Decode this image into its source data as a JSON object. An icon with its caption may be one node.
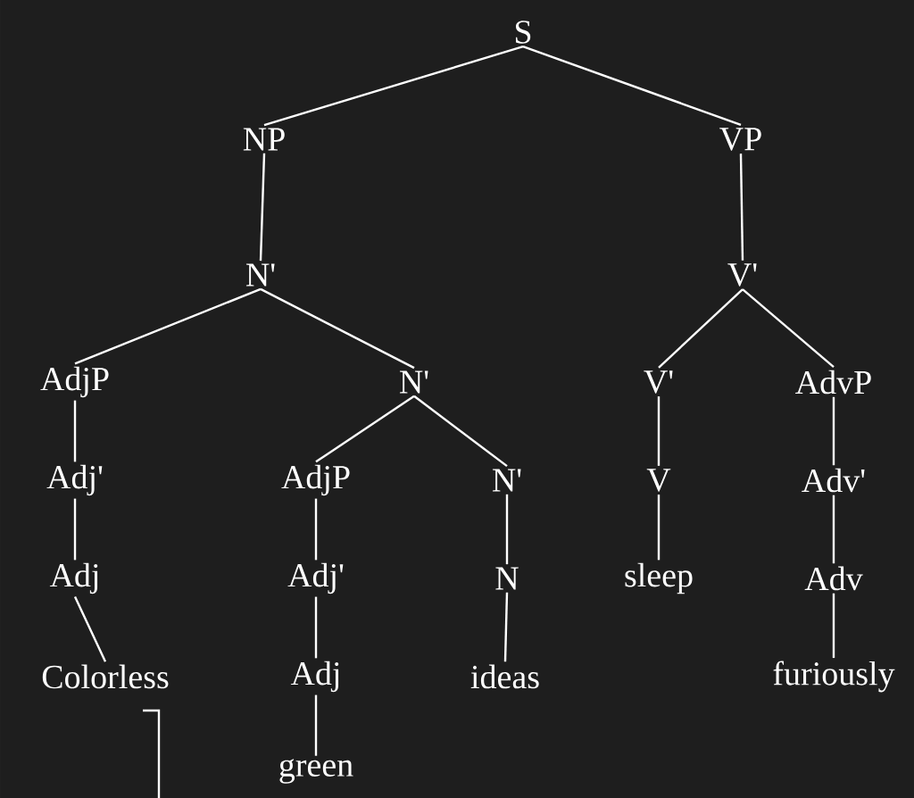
{
  "diagram": {
    "nodes": [
      {
        "text": [
          "S"
        ]
      },
      {
        "text": [
          "NP"
        ]
      },
      {
        "text": [
          "VP"
        ]
      },
      {
        "text": [
          "N'"
        ]
      },
      {
        "text": [
          "V'"
        ]
      },
      {
        "text": [
          "AdjP"
        ]
      },
      {
        "text": [
          "N'"
        ]
      },
      {
        "text": [
          "V'"
        ]
      },
      {
        "text": [
          "AdvP"
        ]
      },
      {
        "text": [
          "Adj'"
        ]
      },
      {
        "text": [
          "AdjP"
        ]
      },
      {
        "text": [
          "N'"
        ]
      },
      {
        "text": [
          "V"
        ]
      },
      {
        "text": [
          "Adv'"
        ]
      },
      {
        "text": [
          "Adj"
        ]
      },
      {
        "text": [
          "Adj'"
        ]
      },
      {
        "text": [
          "N"
        ]
      },
      {
        "text": [
          "sleep"
        ]
      },
      {
        "text": [
          "Adv"
        ]
      },
      {
        "text": [
          "Colorless"
        ]
      },
      {
        "text": [
          "Adj"
        ]
      },
      {
        "text": [
          "ideas"
        ]
      },
      {
        "text": [
          "furiously"
        ]
      },
      {
        "text": [
          "green"
        ]
      }
    ],
    "edges": [
      {
        "from": 0,
        "to": 1,
        "arrow": "none"
      },
      {
        "from": 0,
        "to": 2,
        "arrow": "none"
      },
      {
        "from": 1,
        "to": 3,
        "arrow": "none"
      },
      {
        "from": 2,
        "to": 4,
        "arrow": "none"
      },
      {
        "from": 3,
        "to": 5,
        "arrow": "none"
      },
      {
        "from": 3,
        "to": 6,
        "arrow": "none"
      },
      {
        "from": 4,
        "to": 7,
        "arrow": "none"
      },
      {
        "from": 4,
        "to": 8,
        "arrow": "none"
      },
      {
        "from": 5,
        "to": 9,
        "arrow": "none"
      },
      {
        "from": 6,
        "to": 10,
        "arrow": "none"
      },
      {
        "from": 6,
        "to": 11,
        "arrow": "none"
      },
      {
        "from": 7,
        "to": 12,
        "arrow": "none"
      },
      {
        "from": 8,
        "to": 13,
        "arrow": "none"
      },
      {
        "from": 9,
        "to": 14,
        "arrow": "none"
      },
      {
        "from": 10,
        "to": 15,
        "arrow": "none"
      },
      {
        "from": 11,
        "to": 16,
        "arrow": "none"
      },
      {
        "from": 12,
        "to": 17,
        "arrow": "none"
      },
      {
        "from": 13,
        "to": 18,
        "arrow": "none"
      },
      {
        "from": 14,
        "to": 19,
        "arrow": "none"
      },
      {
        "from": 15,
        "to": 20,
        "arrow": "none"
      },
      {
        "from": 16,
        "to": 21,
        "arrow": "none"
      },
      {
        "from": 18,
        "to": 22,
        "arrow": "none"
      },
      {
        "from": 20,
        "to": 23,
        "arrow": "none"
      }
    ]
  }
}
